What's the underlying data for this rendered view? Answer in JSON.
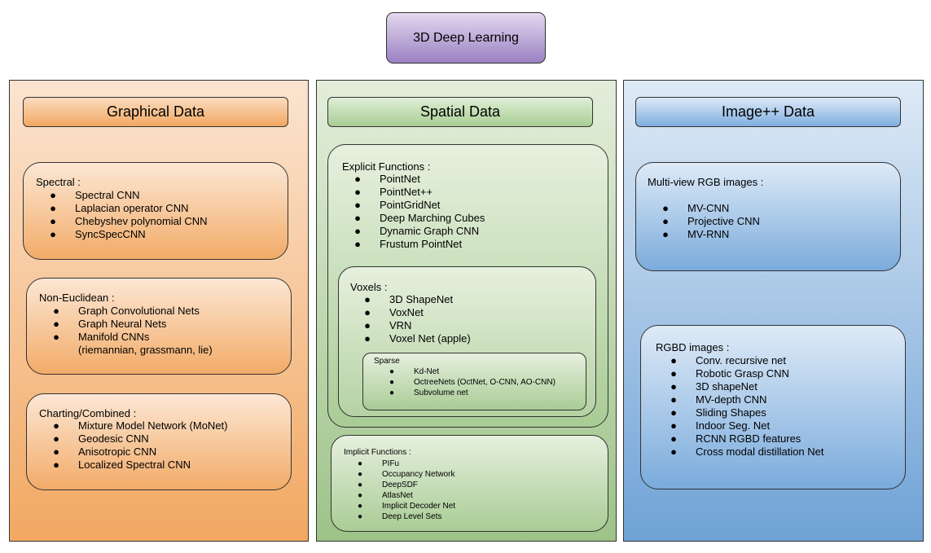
{
  "root": {
    "label": "3D Deep Learning"
  },
  "columns": {
    "graphical": {
      "header": "Graphical Data",
      "spectral": {
        "title": "Spectral :",
        "items": [
          "Spectral CNN",
          "Laplacian operator CNN",
          "Chebyshev polynomial CNN",
          "SyncSpecCNN"
        ]
      },
      "non_euclidean": {
        "title": "Non-Euclidean :",
        "items": [
          "Graph Convolutional Nets",
          "Graph Neural Nets",
          "Manifold CNNs"
        ],
        "manifold_note": "(riemannian, grassmann, lie)"
      },
      "charting": {
        "title": "Charting/Combined :",
        "items": [
          "Mixture Model Network (MoNet)",
          "Geodesic CNN",
          "Anisotropic CNN",
          "Localized Spectral CNN"
        ]
      }
    },
    "spatial": {
      "header": "Spatial Data",
      "explicit": {
        "title": "Explicit Functions :",
        "items": [
          "PointNet",
          "PointNet++",
          "PointGridNet",
          "Deep Marching Cubes",
          "Dynamic Graph CNN",
          "Frustum PointNet"
        ]
      },
      "voxels": {
        "title": "Voxels :",
        "items": [
          "3D ShapeNet",
          "VoxNet",
          "VRN",
          "Voxel Net (apple)"
        ]
      },
      "sparse": {
        "title": "Sparse",
        "items": [
          "Kd-Net",
          "OctreeNets (OctNet, O-CNN, AO-CNN)",
          "Subvolume net"
        ]
      },
      "implicit": {
        "title": "Implicit Functions :",
        "items": [
          "PIFu",
          "Occupancy Network",
          "DeepSDF",
          "AtlasNet",
          "Implicit Decoder Net",
          "Deep Level Sets"
        ]
      }
    },
    "image": {
      "header": "Image++ Data",
      "multiview": {
        "title": "Multi-view RGB images :",
        "items": [
          "MV-CNN",
          "Projective CNN",
          "MV-RNN"
        ]
      },
      "rgbd": {
        "title": "RGBD images :",
        "items": [
          "Conv. recursive net",
          "Robotic Grasp CNN",
          "3D shapeNet",
          "MV-depth CNN",
          "Sliding Shapes",
          "Indoor Seg. Net",
          "RCNN RGBD features",
          "Cross modal distillation Net"
        ]
      }
    }
  },
  "bullet": "●"
}
